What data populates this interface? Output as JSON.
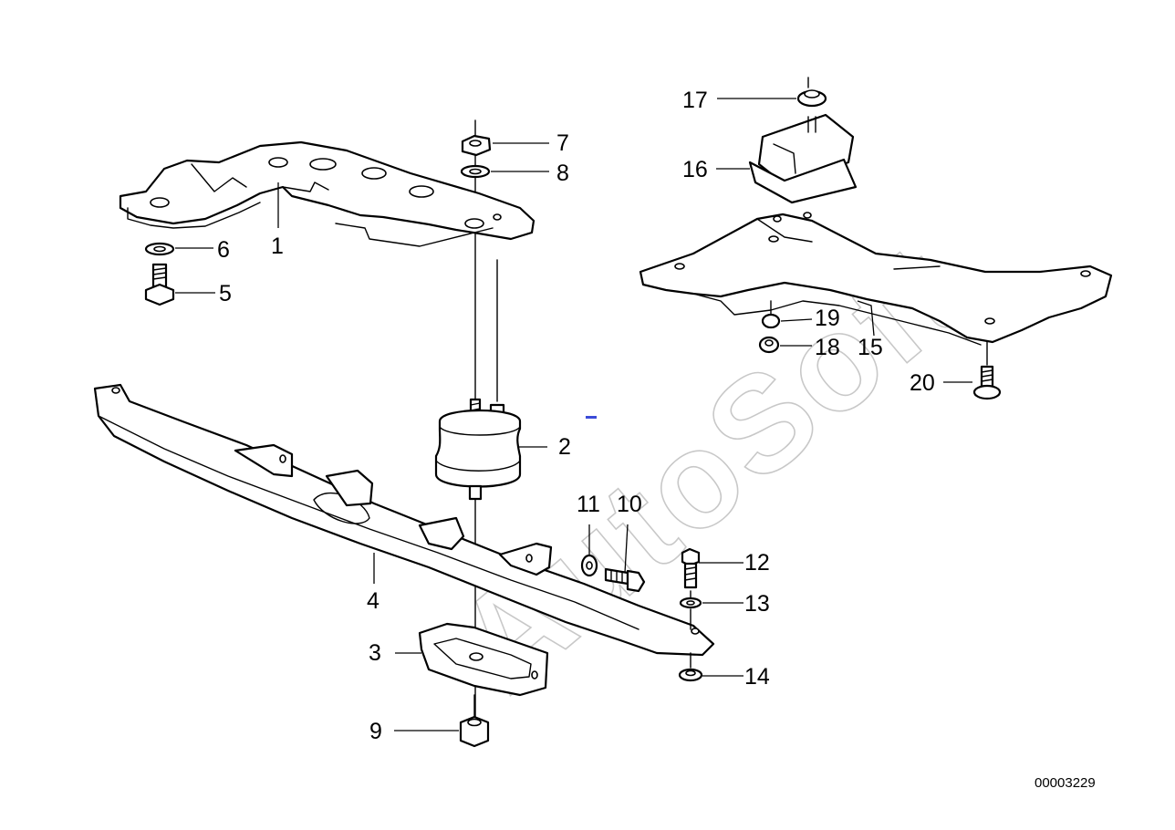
{
  "diagram": {
    "watermark": "AutoSoft",
    "diagram_id": "00003229",
    "callouts": [
      {
        "key": "c1",
        "label": "1"
      },
      {
        "key": "c2",
        "label": "2"
      },
      {
        "key": "c3",
        "label": "3"
      },
      {
        "key": "c4",
        "label": "4"
      },
      {
        "key": "c5",
        "label": "5"
      },
      {
        "key": "c6",
        "label": "6"
      },
      {
        "key": "c7",
        "label": "7"
      },
      {
        "key": "c8",
        "label": "8"
      },
      {
        "key": "c9",
        "label": "9"
      },
      {
        "key": "c10",
        "label": "10"
      },
      {
        "key": "c11",
        "label": "11"
      },
      {
        "key": "c12",
        "label": "12"
      },
      {
        "key": "c13",
        "label": "13"
      },
      {
        "key": "c14",
        "label": "14"
      },
      {
        "key": "c15",
        "label": "15"
      },
      {
        "key": "c16",
        "label": "16"
      },
      {
        "key": "c17",
        "label": "17"
      },
      {
        "key": "c18",
        "label": "18"
      },
      {
        "key": "c19",
        "label": "19"
      },
      {
        "key": "c20",
        "label": "20"
      }
    ]
  }
}
